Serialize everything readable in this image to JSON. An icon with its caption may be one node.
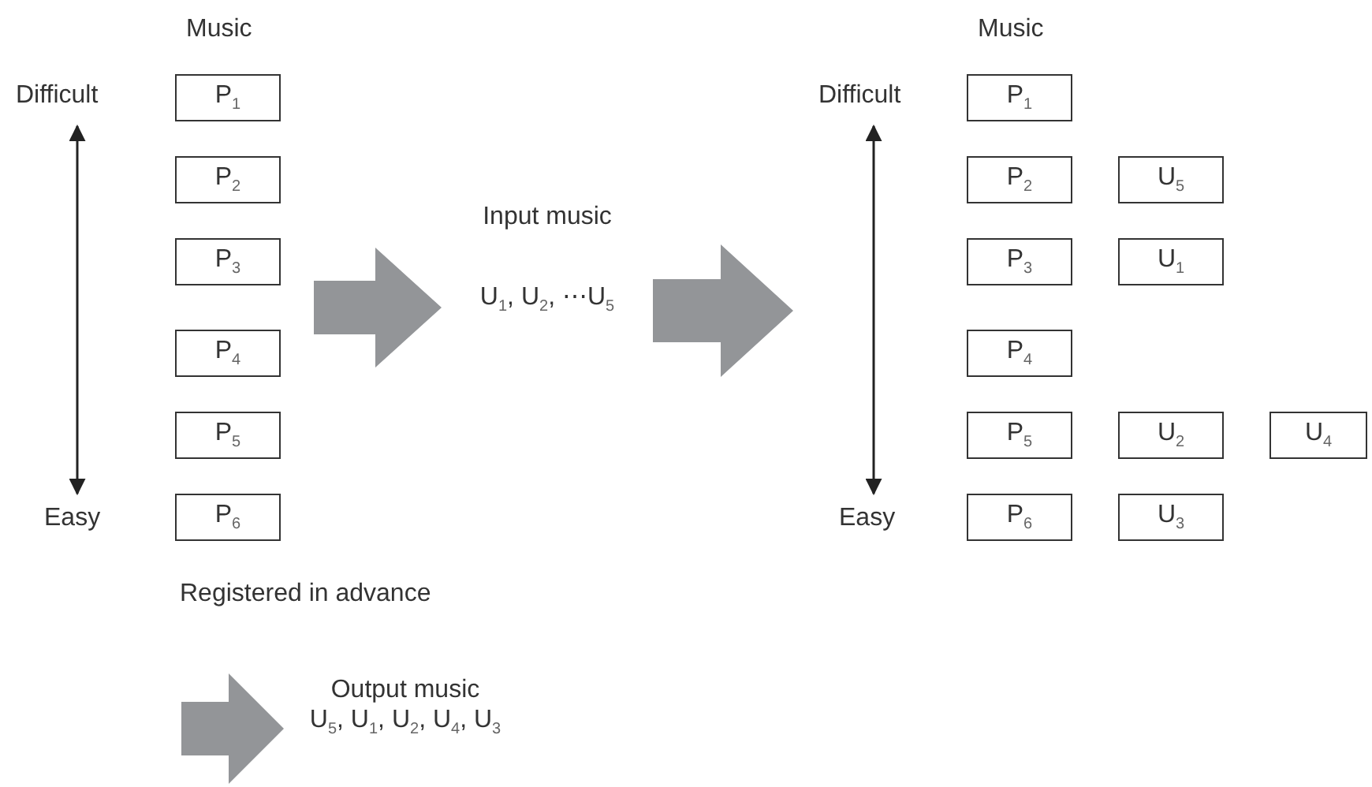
{
  "diagram": {
    "nodes": [
      {
        "text": [
          "P$_{1}$"
        ]
      },
      {
        "text": [
          "P$_{2}$"
        ]
      },
      {
        "text": [
          "P$_{3}$"
        ]
      },
      {
        "text": [
          "P$_{4}$"
        ]
      },
      {
        "text": [
          "P$_{5}$"
        ]
      },
      {
        "text": [
          "P$_{6}$"
        ]
      },
      {
        "text": [
          "Input music",
          "U$_{1}$, U$_{2}$, ⋯U$_{5}$"
        ]
      },
      {
        "text": [
          "P$_{1}$"
        ]
      },
      {
        "text": [
          "P$_{2}$"
        ]
      },
      {
        "text": [
          "U$_{5}$"
        ]
      },
      {
        "text": [
          "P$_{3}$"
        ]
      },
      {
        "text": [
          "U$_{1}$"
        ]
      },
      {
        "text": [
          "P$_{4}$"
        ]
      },
      {
        "text": [
          "P$_{5}$"
        ]
      },
      {
        "text": [
          "U$_{2}$"
        ]
      },
      {
        "text": [
          "U$_{4}$"
        ]
      },
      {
        "text": [
          "P$_{6}$"
        ]
      },
      {
        "text": [
          "U$_{3}$"
        ]
      },
      {
        "text": [
          "Output music",
          "U$_{5}$, U$_{1}$, U$_{2}$, U$_{4}$, U$_{3}$"
        ]
      }
    ],
    "edges": [
      {
        "from": null,
        "to": 6,
        "arrow": "to"
      },
      {
        "from": 6,
        "to": null,
        "arrow": "to"
      },
      {
        "from": null,
        "to": 18,
        "arrow": "to"
      }
    ],
    "labels": [
      "Music",
      "Difficult",
      "Easy",
      "Registered in advance",
      "Music",
      "Difficult",
      "Easy"
    ]
  }
}
